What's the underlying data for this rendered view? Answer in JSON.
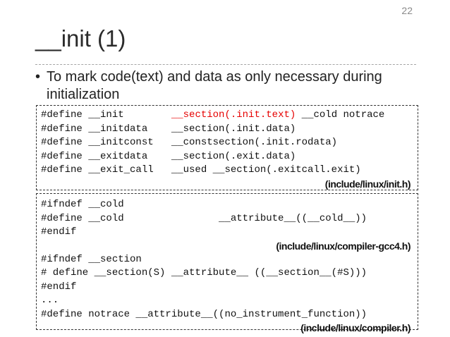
{
  "slide": {
    "page_number": "22",
    "title": "__init (1)",
    "bullet": {
      "marker": "•",
      "text": "To mark code(text) and data as only necessary during initialization"
    }
  },
  "box1": {
    "lines": [
      {
        "pre": "#define __init        ",
        "highlight": "__section(.init.text)",
        "post": " __cold notrace"
      },
      {
        "pre": "#define __initdata    __section(.init.data)",
        "highlight": "",
        "post": ""
      },
      {
        "pre": "#define __initconst   __constsection(.init.rodata)",
        "highlight": "",
        "post": ""
      },
      {
        "pre": "#define __exitdata    __section(.exit.data)",
        "highlight": "",
        "post": ""
      },
      {
        "pre": "#define __exit_call   __used __section(.exitcall.exit)",
        "highlight": "",
        "post": ""
      }
    ],
    "source": "(include/linux/init.h)"
  },
  "box2": {
    "group1": [
      "#ifndef __cold",
      "#define __cold                __attribute__((__cold__))",
      "#endif"
    ],
    "source1": "(include/linux/compiler-gcc4.h)",
    "group2": [
      "#ifndef __section",
      "# define __section(S) __attribute__ ((__section__(#S)))",
      "#endif",
      "...",
      "#define notrace __attribute__((no_instrument_function))"
    ],
    "source2": "(include/linux/compiler.h)"
  },
  "colors": {
    "highlight": "#e60000",
    "title": "#2b2b2b",
    "page_number": "#8a8a8a"
  }
}
